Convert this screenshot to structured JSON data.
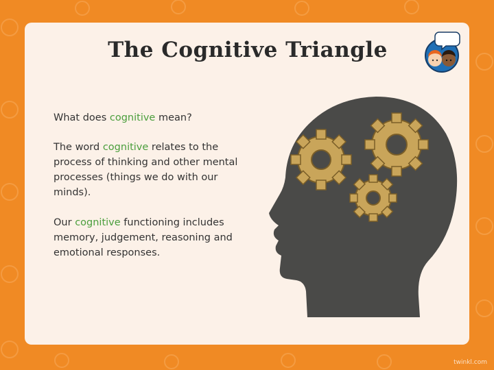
{
  "slide": {
    "title": "The Cognitive Triangle",
    "question": {
      "before": "What does ",
      "highlight": "cognitive",
      "after": " mean?"
    },
    "definition": {
      "before": "The word ",
      "highlight": "cognitive",
      "after": " relates to the process of thinking and other mental processes (things we do with our minds)."
    },
    "functioning": {
      "before": "Our ",
      "highlight": "cognitive",
      "after": " functioning includes memory, judgement, reasoning and emotional responses."
    }
  },
  "footer": {
    "logo_text": "twinkl.com"
  },
  "colors": {
    "background": "#f08a24",
    "card": "#fcf1e8",
    "highlight": "#4a9e3c",
    "head": "#4a4a48",
    "gear": "#c9a55a"
  },
  "icons": {
    "badge": "children-chat-icon",
    "illustration": "head-with-gears"
  }
}
